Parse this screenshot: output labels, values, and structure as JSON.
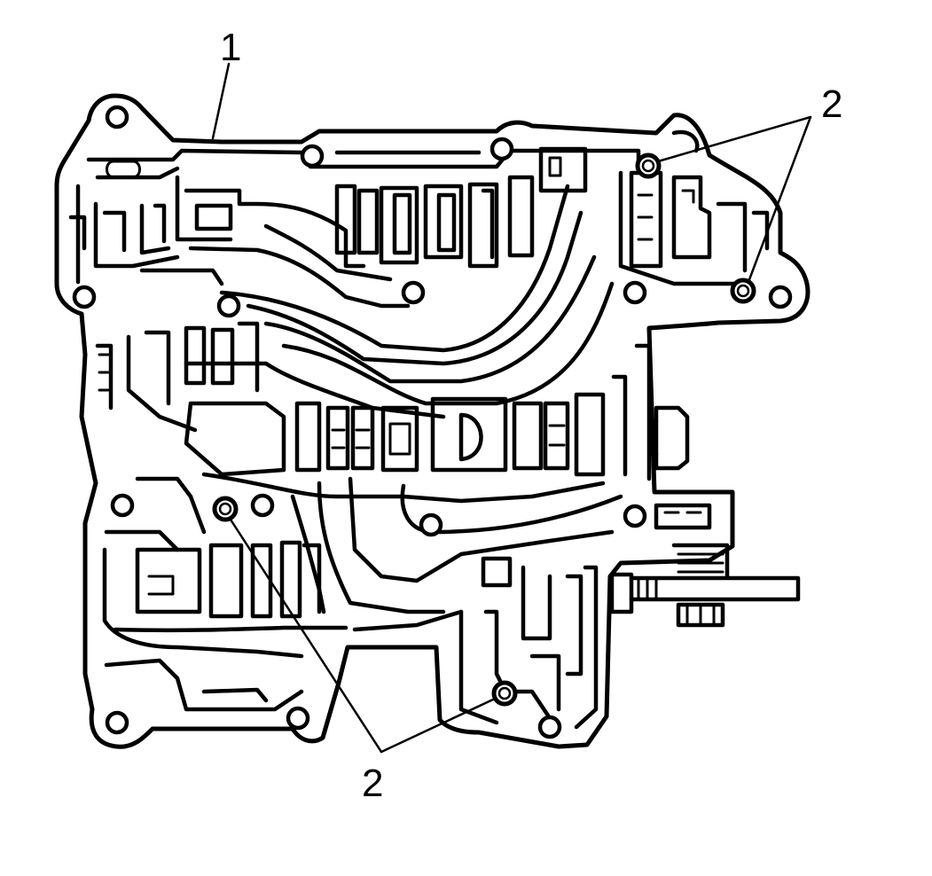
{
  "callouts": [
    {
      "id": "valve-body",
      "label": "1"
    },
    {
      "id": "checkball-upper",
      "label": "2"
    },
    {
      "id": "checkball-lower",
      "label": "2"
    }
  ],
  "colors": {
    "line": "#000000",
    "background": "#ffffff"
  }
}
